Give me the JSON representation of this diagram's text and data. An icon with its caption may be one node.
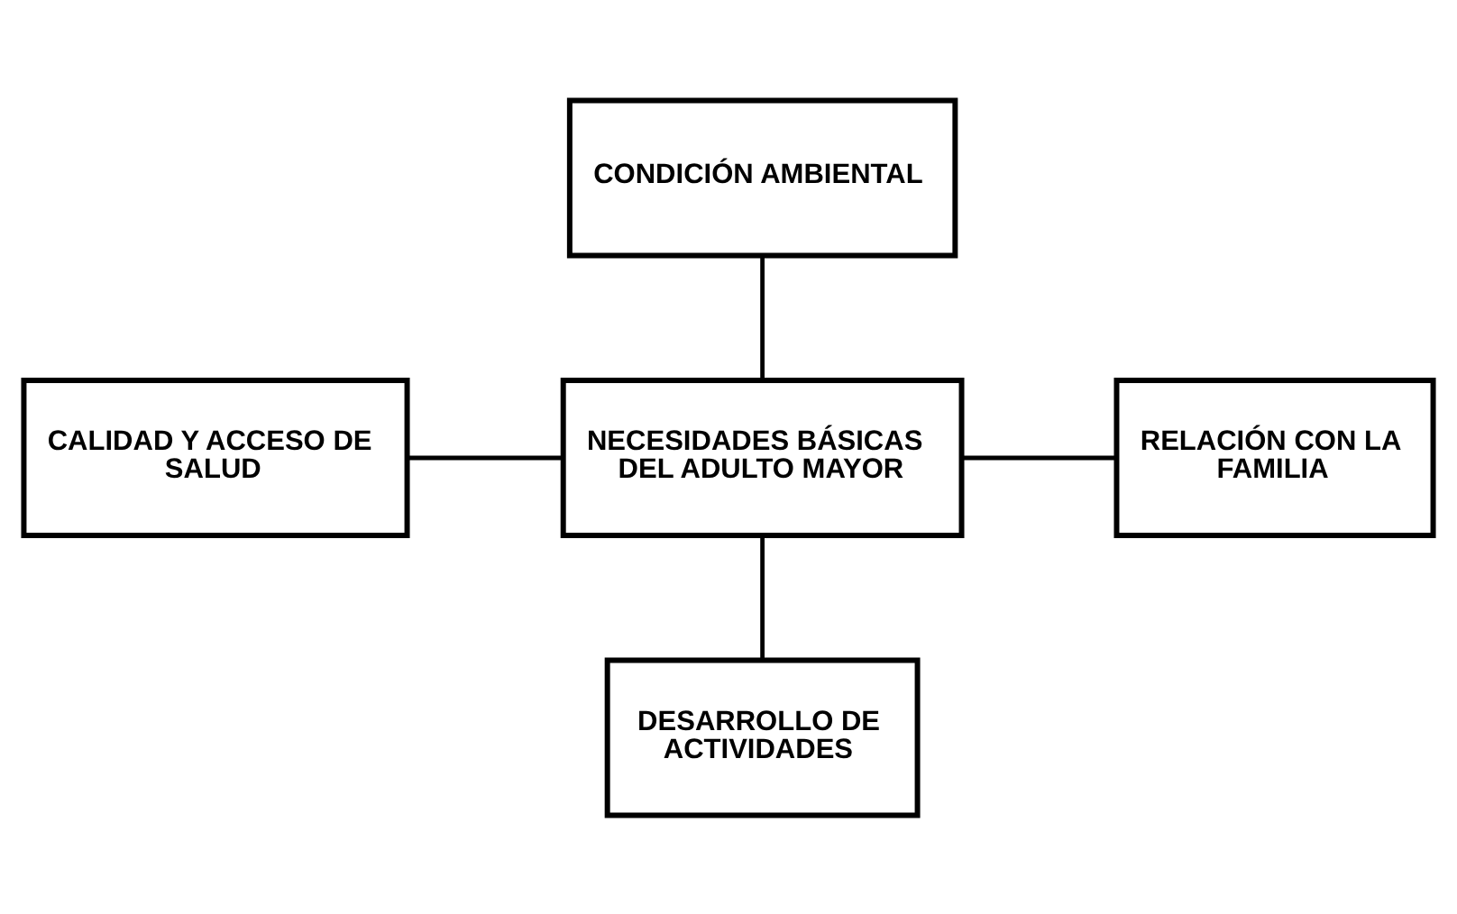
{
  "diagram": {
    "nodes": [
      {
        "text": [
          "CONDICIÓN AMBIENTAL"
        ]
      },
      {
        "text": [
          "CALIDAD Y ACCESO DE SALUD"
        ]
      },
      {
        "text": [
          "NECESIDADES BÁSICAS DEL ADULTO MAYOR"
        ]
      },
      {
        "text": [
          "RELACIÓN CON LA FAMILIA"
        ]
      },
      {
        "text": [
          "DESARROLLO DE ACTIVIDADES"
        ]
      }
    ],
    "edges": [
      {
        "from": 0,
        "to": 2,
        "arrow": "none"
      },
      {
        "from": 1,
        "to": 2,
        "arrow": "none"
      },
      {
        "from": 2,
        "to": 3,
        "arrow": "none"
      },
      {
        "from": 2,
        "to": 4,
        "arrow": "none"
      }
    ]
  }
}
